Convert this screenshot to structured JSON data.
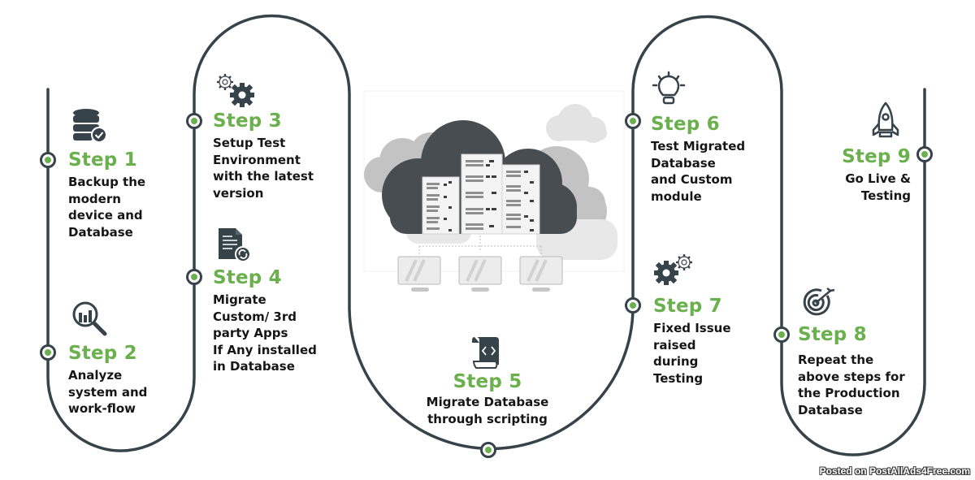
{
  "colors": {
    "accent_green": "#6ab04c",
    "line_dark": "#37434a",
    "text_dark": "#161616"
  },
  "steps": [
    {
      "title": "Step 1",
      "desc": "Backup the modern device and Database",
      "lines": [
        "Backup the",
        "modern",
        "device and",
        "Database"
      ],
      "icon": "database-check-icon"
    },
    {
      "title": "Step 2",
      "desc": "Analyze system and work-flow",
      "lines": [
        "Analyze",
        "system and",
        "work-flow"
      ],
      "icon": "magnifier-chart-icon"
    },
    {
      "title": "Step 3",
      "desc": "Setup Test Environment with the latest version",
      "lines": [
        "Setup Test",
        "Environment",
        "with the latest",
        "version"
      ],
      "icon": "gears-icon"
    },
    {
      "title": "Step 4",
      "desc": "Migrate Custom/ 3rd party Apps If Any installed in Database",
      "lines": [
        "Migrate",
        "Custom/ 3rd",
        "party Apps",
        "If Any installed",
        "in Database"
      ],
      "icon": "document-sync-icon"
    },
    {
      "title": "Step 5",
      "desc": "Migrate Database through scripting",
      "lines": [
        "Migrate Database",
        "through scripting"
      ],
      "icon": "code-scroll-icon"
    },
    {
      "title": "Step 6",
      "desc": "Test Migrated Database and Custom module",
      "lines": [
        "Test Migrated",
        "Database",
        "and Custom",
        "module"
      ],
      "icon": "lightbulb-icon"
    },
    {
      "title": "Step 7",
      "desc": "Fixed Issue raised during Testing",
      "lines": [
        "Fixed Issue",
        "raised",
        "during",
        "Testing"
      ],
      "icon": "gears-icon"
    },
    {
      "title": "Step 8",
      "desc": "Repeat the above steps for the Production Database",
      "lines": [
        "Repeat the",
        "above steps for",
        "the Production",
        "Database"
      ],
      "icon": "target-icon"
    },
    {
      "title": "Step 9",
      "desc": "Go Live & Testing",
      "lines": [
        "Go Live &",
        "Testing"
      ],
      "icon": "rocket-icon"
    }
  ],
  "center_illustration": "cloud-servers-illustration",
  "watermark": "Posted on PostAllAds4Free.com"
}
